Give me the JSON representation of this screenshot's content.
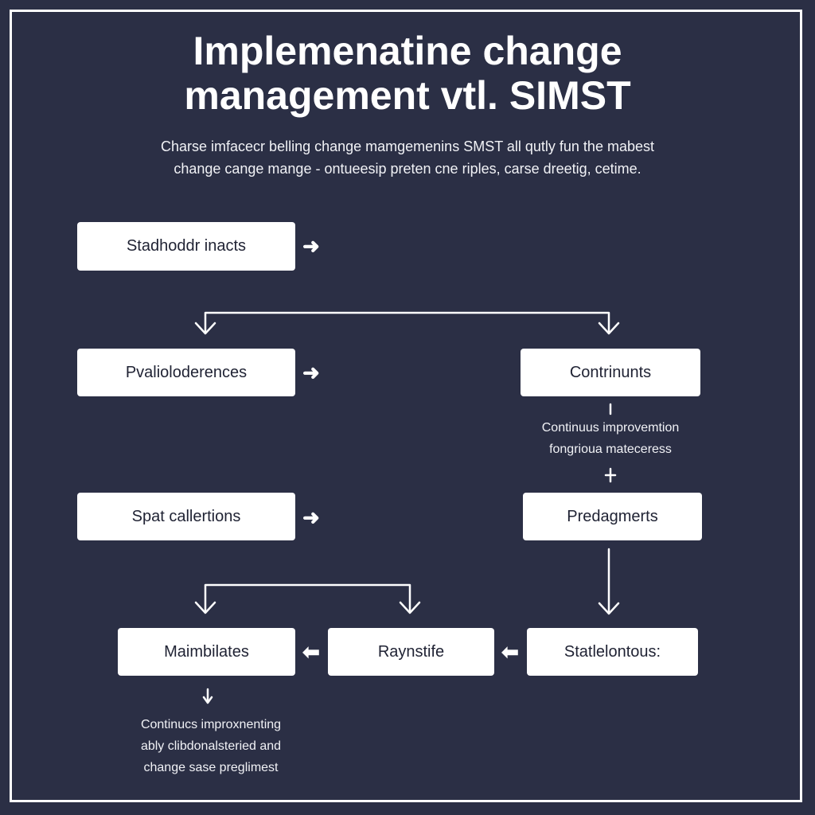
{
  "title": {
    "line1": "Implemenatine change",
    "line2": "management vtl. SIMST"
  },
  "subtitle": {
    "line1": "Charse imfacecr belling change mamgemenins SMST all qutly fun the mabest",
    "line2": "change cange mange - ontueesip preten cne riples, carse dreetig, cetime."
  },
  "nodes": {
    "stakeholder": "Stadhoddr inacts",
    "preferences": "Pvalioloderences",
    "continuents": "Contrinunts",
    "spat": "Spat callertions",
    "predagments": "Predagmerts",
    "maimbilates": "Maimbilates",
    "raynstife": "Raynstife",
    "statelontous": "Statlelontous:"
  },
  "notes": {
    "right_line1": "Continuus improvemtion",
    "right_line2": "fongrioua mateceress",
    "bottom_line1": "Continucs improxnenting",
    "bottom_line2": "ably clibdonalsteried and",
    "bottom_line3": "change sase preglimest"
  },
  "colors": {
    "background": "#2b2f45",
    "node": "#ffffff",
    "line": "#ffffff"
  }
}
